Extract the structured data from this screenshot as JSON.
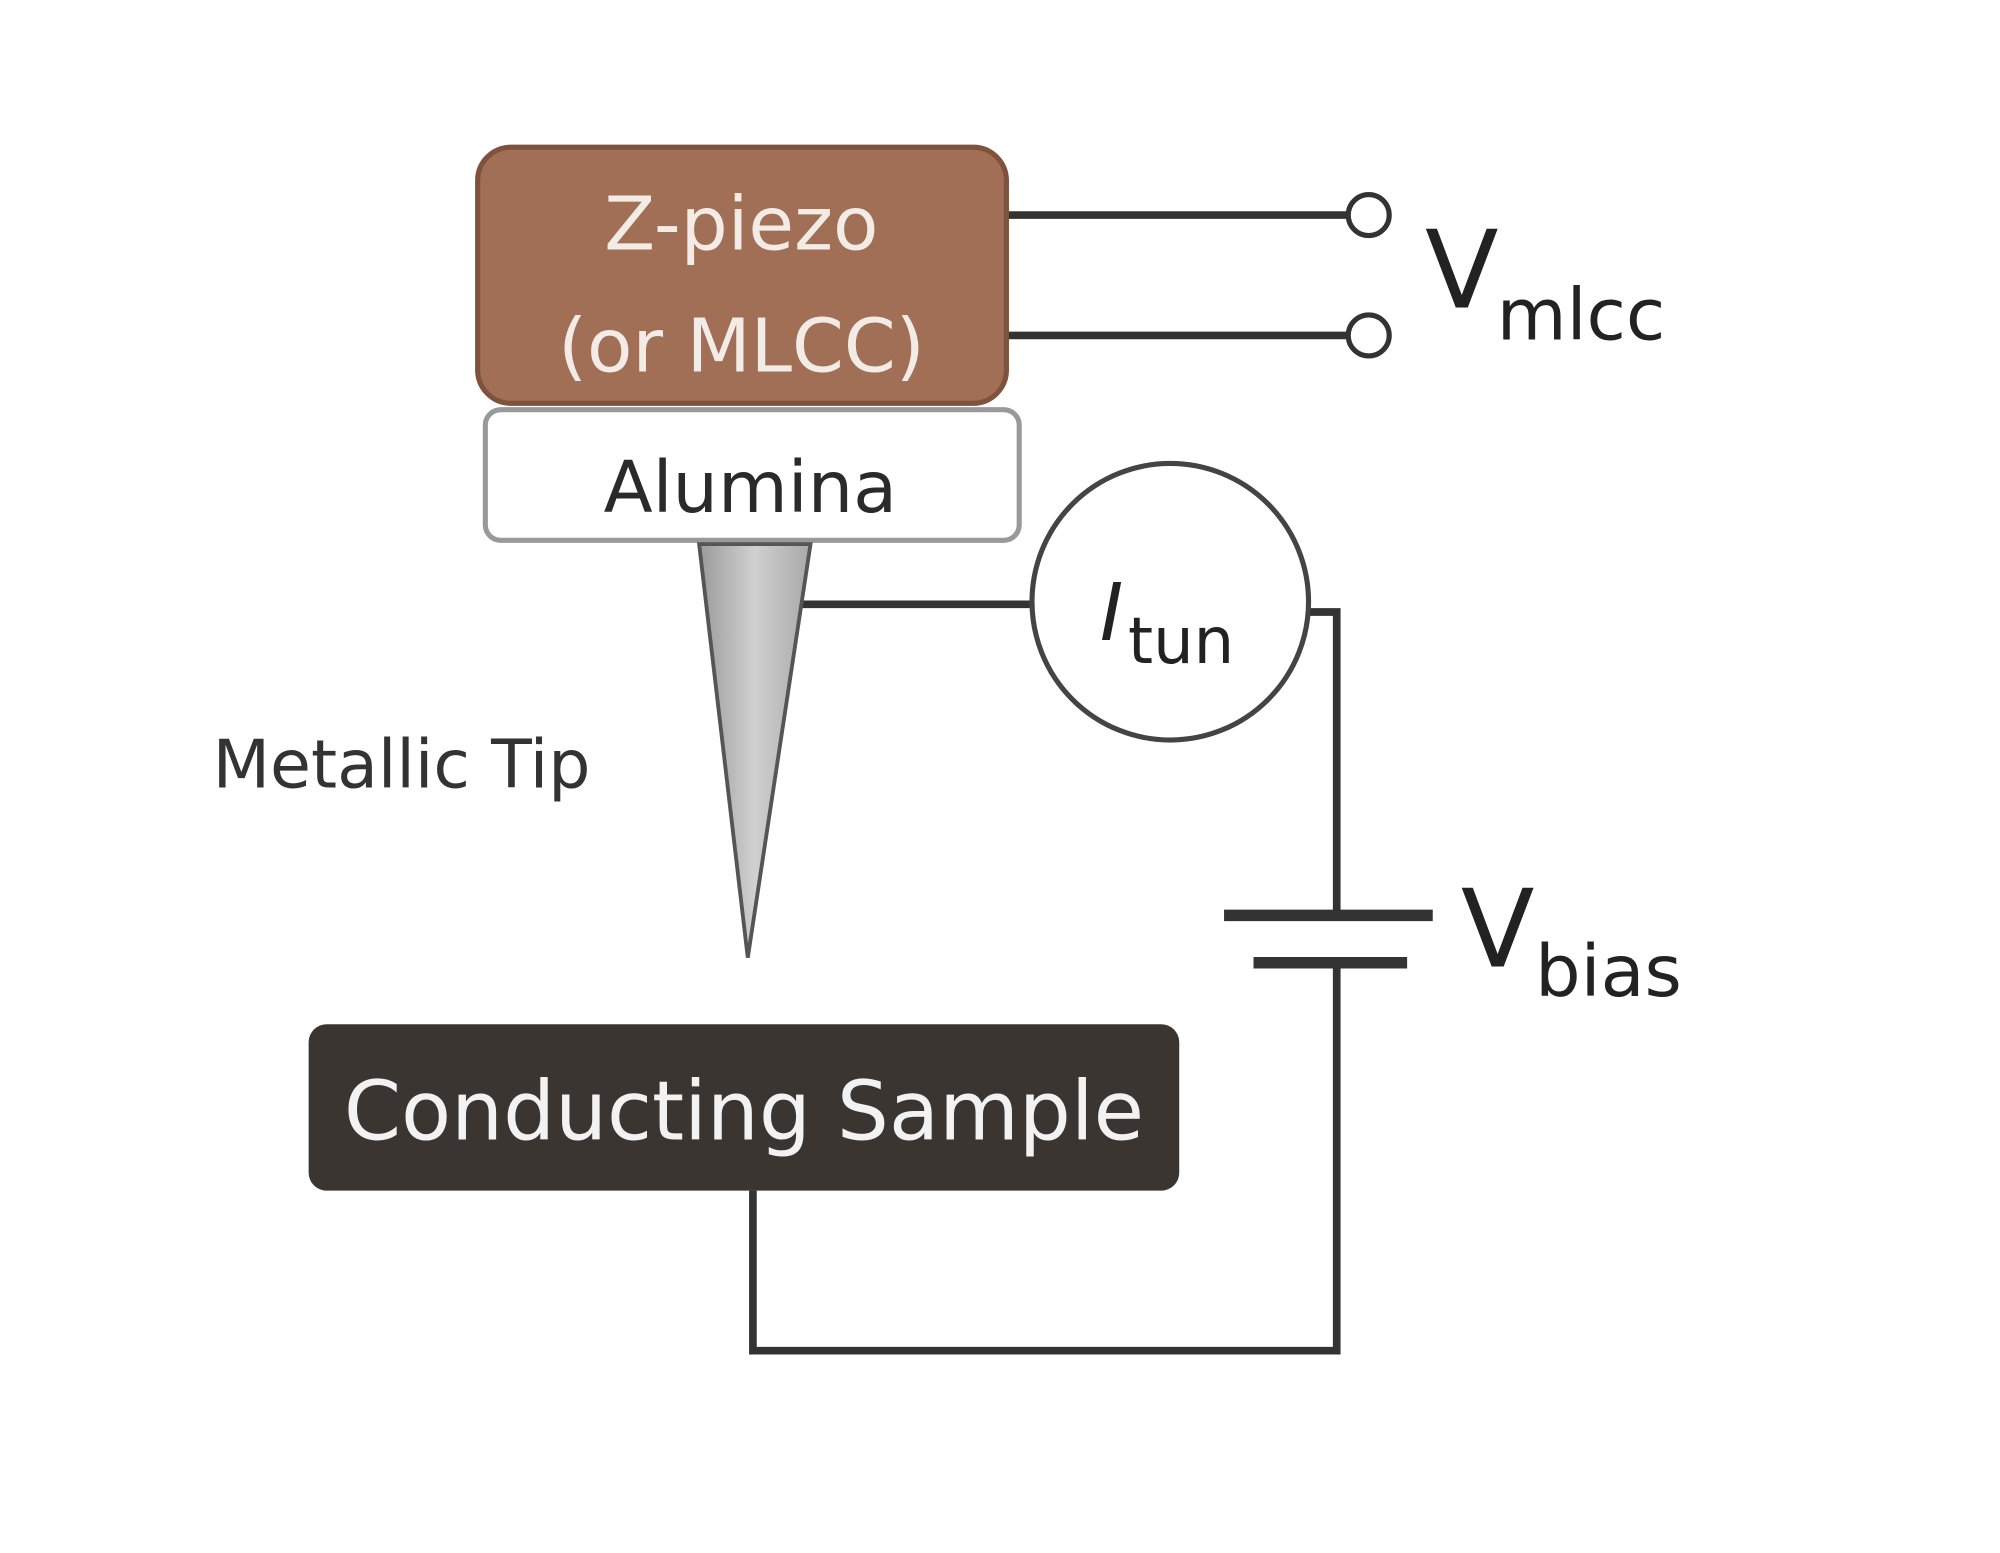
{
  "labels": {
    "piezo_line1": "Z-piezo",
    "piezo_line2": "(or MLCC)",
    "alumina": "Alumina",
    "tip": "Metallic Tip",
    "sample": "Conducting Sample",
    "current_main": "I",
    "current_sub": "tun",
    "vmlcc_main": "V",
    "vmlcc_sub": "mlcc",
    "vbias_main": "V",
    "vbias_sub": "bias"
  },
  "colors": {
    "piezo": "#a06f55",
    "sample": "#3b3532",
    "wire": "#333333",
    "tip": "#b8b8b8"
  }
}
